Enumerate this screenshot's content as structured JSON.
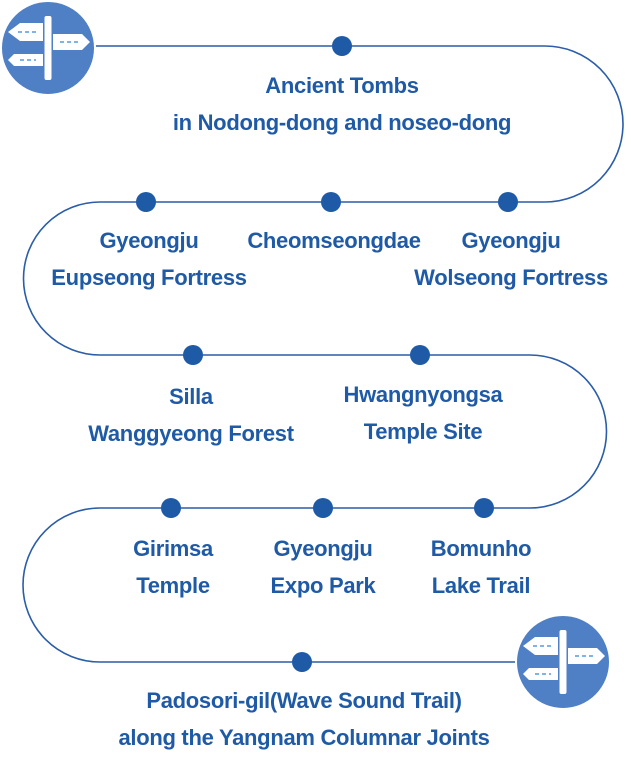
{
  "colors": {
    "path_stroke": "#2b5da8",
    "dot": "#1f5aa6",
    "label_text": "#1f5aa6",
    "badge_fill": "#4f7fc4",
    "badge_ring": "#ffffff",
    "sign_fill": "#ffffff",
    "sign_accent": "#7fb4e8"
  },
  "icons": {
    "start": "signpost-icon",
    "end": "signpost-icon"
  },
  "stops": [
    {
      "id": "ancient-tombs",
      "lines": [
        "Ancient Tombs",
        "in Nodong-dong and noseo-dong"
      ]
    },
    {
      "id": "eupseong-fortress",
      "lines": [
        "Gyeongju",
        "Eupseong Fortress"
      ]
    },
    {
      "id": "cheomseongdae",
      "lines": [
        "Cheomseongdae"
      ]
    },
    {
      "id": "wolseong-fortress",
      "lines": [
        "Gyeongju",
        "Wolseong Fortress"
      ]
    },
    {
      "id": "wanggyeong-forest",
      "lines": [
        "Silla",
        "Wanggyeong Forest"
      ]
    },
    {
      "id": "hwangnyongsa",
      "lines": [
        "Hwangnyongsa",
        "Temple Site"
      ]
    },
    {
      "id": "girimsa",
      "lines": [
        "Girimsa",
        "Temple"
      ]
    },
    {
      "id": "expo-park",
      "lines": [
        "Gyeongju",
        "Expo Park"
      ]
    },
    {
      "id": "bomunho",
      "lines": [
        "Bomunho",
        "Lake Trail"
      ]
    },
    {
      "id": "padosori-gil",
      "lines": [
        "Padosori-gil(Wave Sound Trail)",
        "along the Yangnam Columnar Joints"
      ]
    }
  ]
}
